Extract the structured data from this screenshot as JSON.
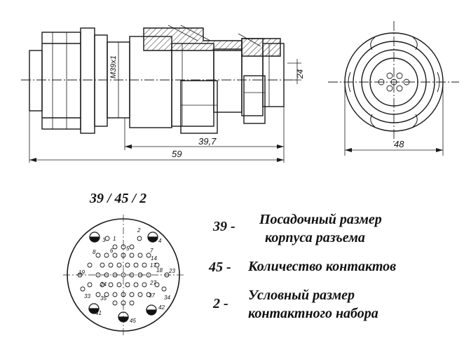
{
  "drawing": {
    "dim_thread": "M39x1",
    "dim_24": "24",
    "dim_39_7": "39,7",
    "dim_59": "59",
    "dim_48": "48"
  },
  "code": "39 / 45 / 2",
  "pin_labels": [
    "1",
    "2",
    "3",
    "4",
    "5",
    "6",
    "7",
    "8",
    "14",
    "17",
    "18",
    "19",
    "23",
    "24",
    "27",
    "33",
    "34",
    "35",
    "37",
    "41",
    "42",
    "45"
  ],
  "legend": [
    {
      "number": "39 -",
      "line1": "Посадочный размер",
      "line2": "корпуса разъема"
    },
    {
      "number": "45 -",
      "line1": "Количество контактов",
      "line2": ""
    },
    {
      "number": "2 -",
      "line1": "Условный размер",
      "line2": "контактного набора"
    }
  ]
}
